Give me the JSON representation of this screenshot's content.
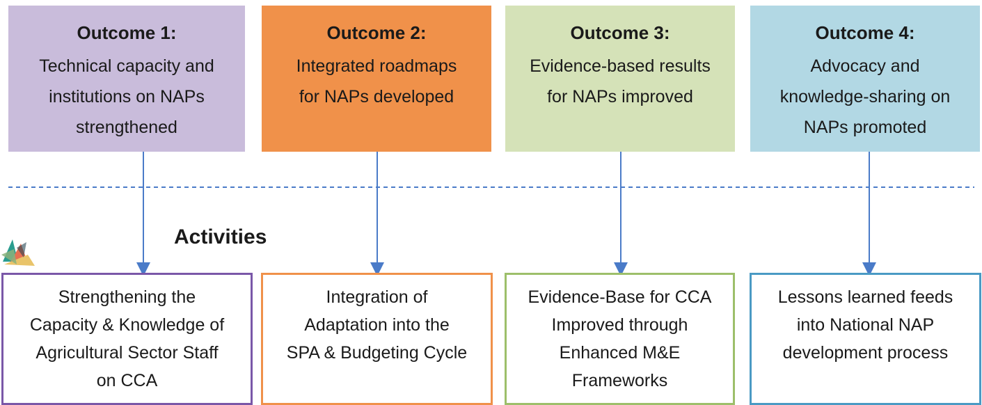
{
  "colors": {
    "outcome1": "#c9bcdb",
    "outcome2": "#f0914a",
    "outcome3": "#d5e2b8",
    "outcome4": "#b2d8e4",
    "activity1_border": "#7a57a8",
    "activity2_border": "#f0914a",
    "activity3_border": "#9dbf6a",
    "activity4_border": "#4a9ac4",
    "connector": "#4a7bc8"
  },
  "outcomes": [
    {
      "title": "Outcome 1:",
      "description": "Technical capacity and\ninstitutions on NAPs\nstrengthened"
    },
    {
      "title": "Outcome 2:",
      "description": "Integrated roadmaps\nfor NAPs developed"
    },
    {
      "title": "Outcome 3:",
      "description": "Evidence-based results\nfor NAPs improved"
    },
    {
      "title": "Outcome 4:",
      "description": "Advocacy and\nknowledge-sharing on\nNAPs promoted"
    }
  ],
  "activities_heading": "Activities",
  "activities": [
    {
      "text": "Strengthening the\nCapacity & Knowledge of\nAgricultural Sector Staff\non CCA"
    },
    {
      "text": "Integration of\nAdaptation into the\nSPA & Budgeting Cycle"
    },
    {
      "text": "Evidence-Base for CCA\nImproved through\nEnhanced M&E\nFrameworks"
    },
    {
      "text": "Lessons learned  feeds\ninto National NAP\ndevelopment process"
    }
  ],
  "logo_icon": "colorful-leaf-logo-icon"
}
